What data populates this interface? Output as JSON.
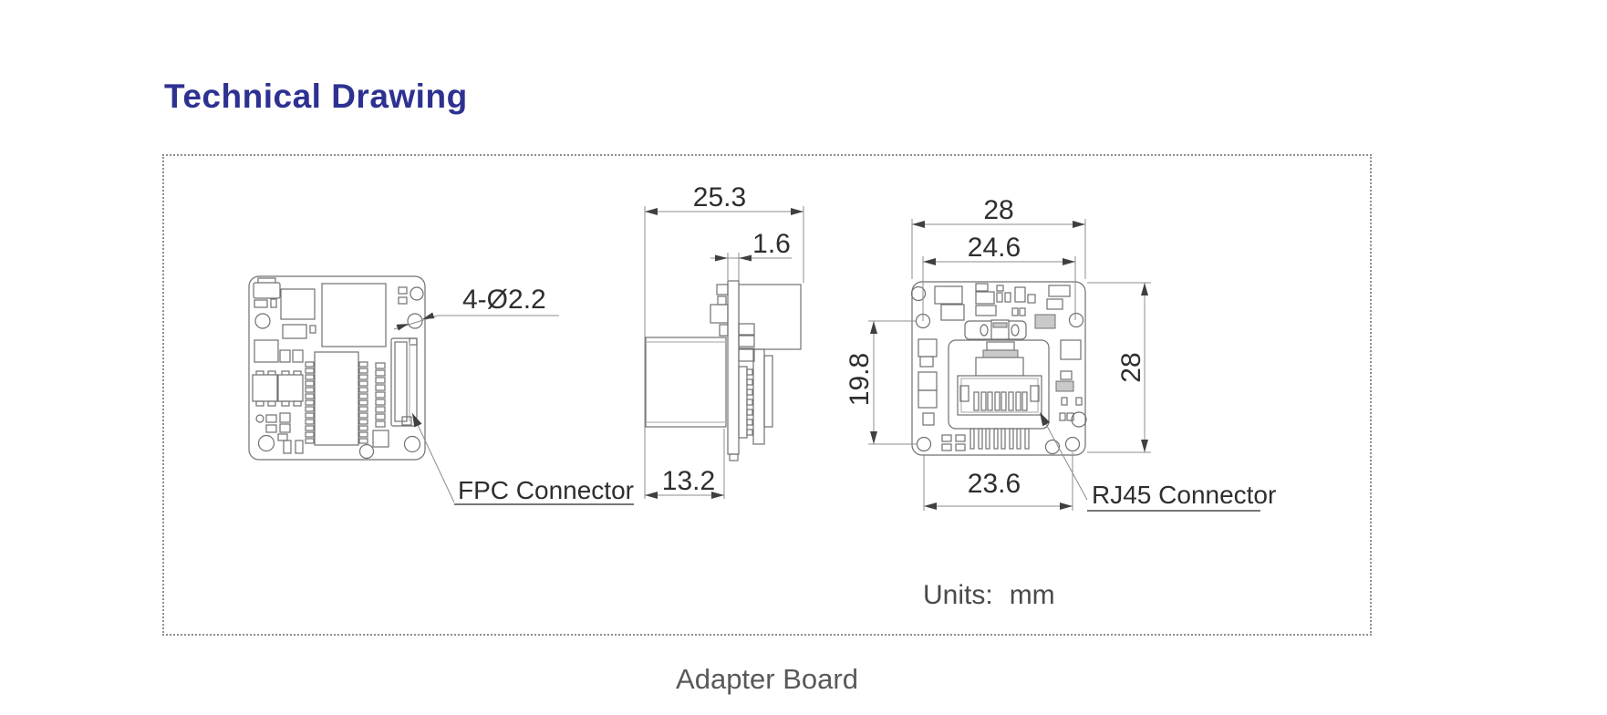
{
  "colors": {
    "title": "#2e3191",
    "line": "#707070",
    "line_light": "#b5b5b5",
    "dim": "#8c8c8c",
    "text": "#2e2e2e",
    "border": "#8f8f8f",
    "caption": "#595959"
  },
  "header": {
    "title": "Technical Drawing"
  },
  "footer": {
    "caption": "Adapter Board"
  },
  "units": {
    "label": "Units:",
    "value": "mm"
  },
  "front_view": {
    "hole_callout": "4-Ø2.2",
    "fpc_label": "FPC Connector"
  },
  "side_view": {
    "total_depth": "25.3",
    "pcb_thickness": "1.6",
    "connector_depth": "13.2"
  },
  "back_view": {
    "board_width": "28",
    "hole_spacing_h": "24.6",
    "hole_spacing_v": "19.8",
    "board_height": "28",
    "bottom_hole_spacing": "23.6",
    "rj45_label": "RJ45 Connector"
  }
}
